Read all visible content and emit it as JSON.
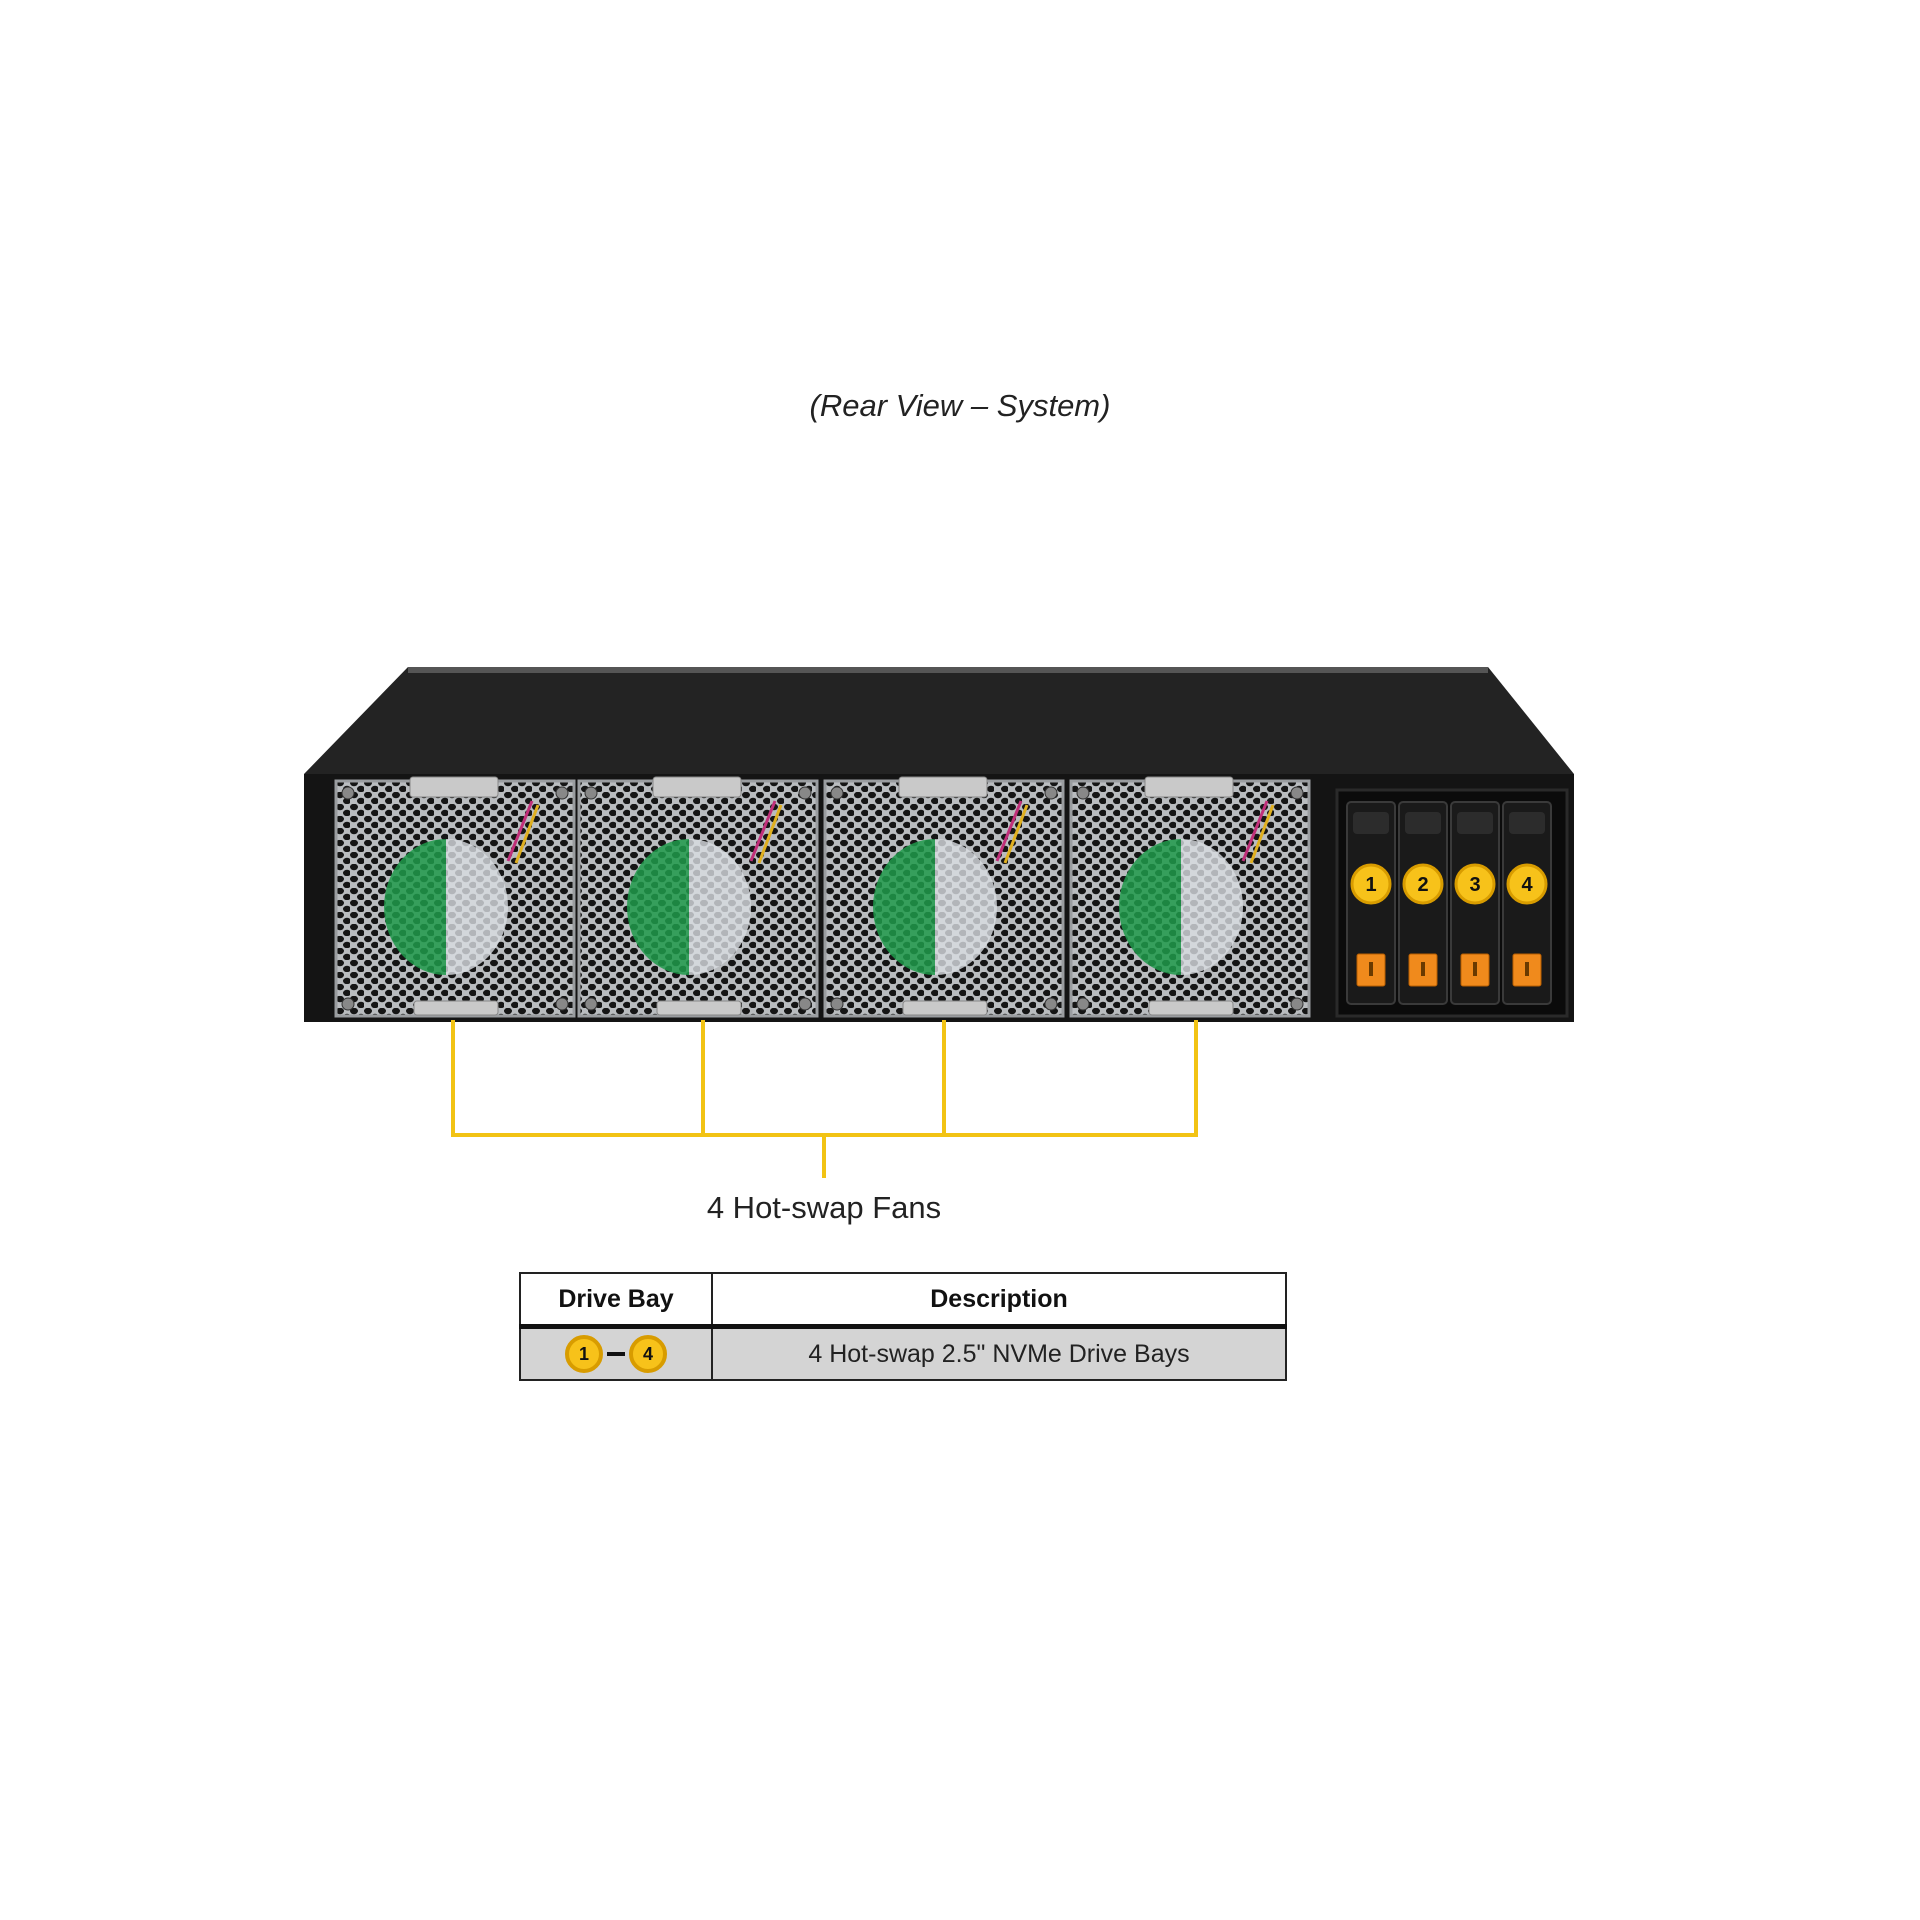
{
  "title": "(Rear View – System)",
  "fans": {
    "label": "4 Hot-swap Fans",
    "count": 4
  },
  "drive_bays": [
    "1",
    "2",
    "3",
    "4"
  ],
  "colors": {
    "callout": "#f2c314",
    "badge": "#f7c21a",
    "chassis": "#1c1c1c",
    "drive_tab": "#f08a1c",
    "fan_green": "#1f9a4a"
  },
  "table": {
    "headers": [
      "Drive Bay",
      "Description"
    ],
    "rows": [
      {
        "bay_from": "1",
        "bay_to": "4",
        "description": "4 Hot-swap 2.5\" NVMe Drive Bays"
      }
    ]
  }
}
